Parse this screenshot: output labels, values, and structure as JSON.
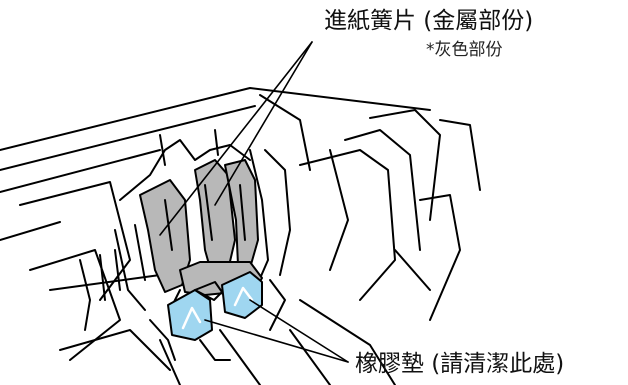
{
  "labels": {
    "separator_pad": "進紙簧片 (金屬部份)",
    "separator_pad_note": "*灰色部份",
    "rubber_pads": "橡膠墊 (請清潔此處)"
  },
  "colors": {
    "line": "#000000",
    "metal_spring": "#b8b8b8",
    "rubber_pad": "#9fd6f0"
  }
}
